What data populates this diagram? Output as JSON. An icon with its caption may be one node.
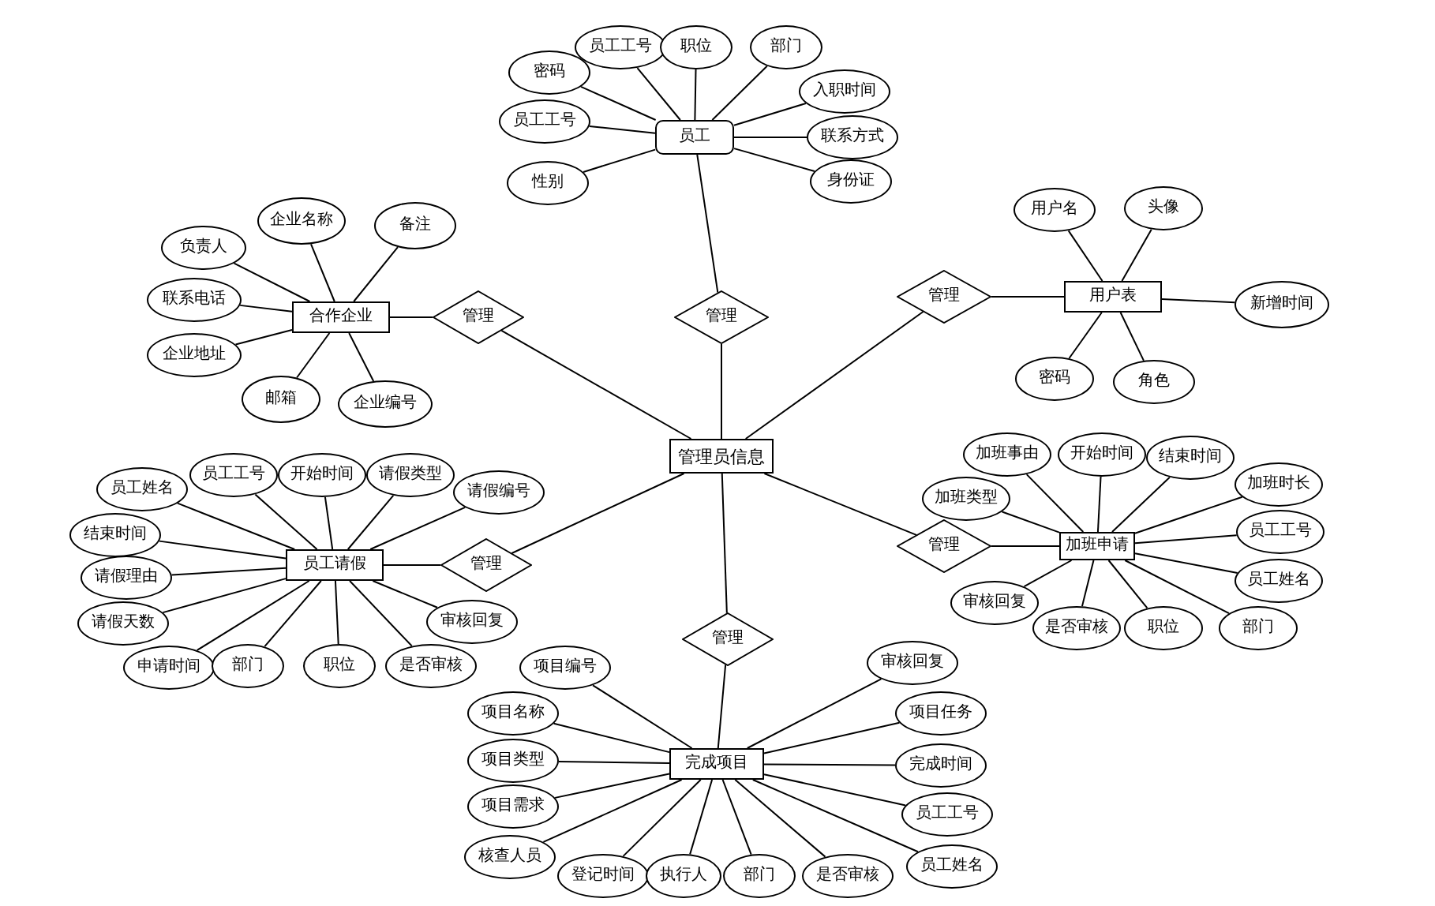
{
  "diagram": {
    "nodes": [
      {
        "text": [
          "管理员信息"
        ]
      },
      {
        "text": [
          "员工"
        ]
      },
      {
        "text": [
          "员工工号"
        ]
      },
      {
        "text": [
          "职位"
        ]
      },
      {
        "text": [
          "部门"
        ]
      },
      {
        "text": [
          "密码"
        ]
      },
      {
        "text": [
          "员工工号"
        ]
      },
      {
        "text": [
          "性别"
        ]
      },
      {
        "text": [
          "入职时间"
        ]
      },
      {
        "text": [
          "联系方式"
        ]
      },
      {
        "text": [
          "身份证"
        ]
      },
      {
        "text": [
          "管理"
        ]
      },
      {
        "text": [
          "合作企业"
        ]
      },
      {
        "text": [
          "企业名称"
        ]
      },
      {
        "text": [
          "备注"
        ]
      },
      {
        "text": [
          "负责人"
        ]
      },
      {
        "text": [
          "联系电话"
        ]
      },
      {
        "text": [
          "企业地址"
        ]
      },
      {
        "text": [
          "邮箱"
        ]
      },
      {
        "text": [
          "企业编号"
        ]
      },
      {
        "text": [
          "管理"
        ]
      },
      {
        "text": [
          "用户表"
        ]
      },
      {
        "text": [
          "用户名"
        ]
      },
      {
        "text": [
          "头像"
        ]
      },
      {
        "text": [
          "新增时间"
        ]
      },
      {
        "text": [
          "密码"
        ]
      },
      {
        "text": [
          "角色"
        ]
      },
      {
        "text": [
          "管理"
        ]
      },
      {
        "text": [
          "员工请假"
        ]
      },
      {
        "text": [
          "员工姓名"
        ]
      },
      {
        "text": [
          "员工工号"
        ]
      },
      {
        "text": [
          "开始时间"
        ]
      },
      {
        "text": [
          "请假类型"
        ]
      },
      {
        "text": [
          "请假编号"
        ]
      },
      {
        "text": [
          "结束时间"
        ]
      },
      {
        "text": [
          "请假理由"
        ]
      },
      {
        "text": [
          "请假天数"
        ]
      },
      {
        "text": [
          "申请时间"
        ]
      },
      {
        "text": [
          "部门"
        ]
      },
      {
        "text": [
          "职位"
        ]
      },
      {
        "text": [
          "是否审核"
        ]
      },
      {
        "text": [
          "审核回复"
        ]
      },
      {
        "text": [
          "管理"
        ]
      },
      {
        "text": [
          "加班申请"
        ]
      },
      {
        "text": [
          "加班事由"
        ]
      },
      {
        "text": [
          "开始时间"
        ]
      },
      {
        "text": [
          "结束时间"
        ]
      },
      {
        "text": [
          "加班类型"
        ]
      },
      {
        "text": [
          "加班时长"
        ]
      },
      {
        "text": [
          "员工工号"
        ]
      },
      {
        "text": [
          "员工姓名"
        ]
      },
      {
        "text": [
          "审核回复"
        ]
      },
      {
        "text": [
          "是否审核"
        ]
      },
      {
        "text": [
          "职位"
        ]
      },
      {
        "text": [
          "部门"
        ]
      },
      {
        "text": [
          "管理"
        ]
      },
      {
        "text": [
          "完成项目"
        ]
      },
      {
        "text": [
          "管理"
        ]
      },
      {
        "text": [
          "项目编号"
        ]
      },
      {
        "text": [
          "项目名称"
        ]
      },
      {
        "text": [
          "项目类型"
        ]
      },
      {
        "text": [
          "项目需求"
        ]
      },
      {
        "text": [
          "核查人员"
        ]
      },
      {
        "text": [
          "登记时间"
        ]
      },
      {
        "text": [
          "执行人"
        ]
      },
      {
        "text": [
          "部门"
        ]
      },
      {
        "text": [
          "是否审核"
        ]
      },
      {
        "text": [
          "员工姓名"
        ]
      },
      {
        "text": [
          "员工工号"
        ]
      },
      {
        "text": [
          "完成时间"
        ]
      },
      {
        "text": [
          "项目任务"
        ]
      },
      {
        "text": [
          "审核回复"
        ]
      }
    ],
    "edges": [
      {
        "from": 1,
        "to": 2,
        "arrow": "none"
      },
      {
        "from": 1,
        "to": 3,
        "arrow": "none"
      },
      {
        "from": 1,
        "to": 4,
        "arrow": "none"
      },
      {
        "from": 1,
        "to": 5,
        "arrow": "none"
      },
      {
        "from": 1,
        "to": 6,
        "arrow": "none"
      },
      {
        "from": 1,
        "to": 7,
        "arrow": "none"
      },
      {
        "from": 1,
        "to": 8,
        "arrow": "none"
      },
      {
        "from": 1,
        "to": 9,
        "arrow": "none"
      },
      {
        "from": 1,
        "to": 10,
        "arrow": "none"
      },
      {
        "from": 1,
        "to": 11,
        "arrow": "none"
      },
      {
        "from": 11,
        "to": 0,
        "arrow": "none"
      },
      {
        "from": 12,
        "to": 13,
        "arrow": "none"
      },
      {
        "from": 12,
        "to": 14,
        "arrow": "none"
      },
      {
        "from": 12,
        "to": 15,
        "arrow": "none"
      },
      {
        "from": 12,
        "to": 16,
        "arrow": "none"
      },
      {
        "from": 12,
        "to": 17,
        "arrow": "none"
      },
      {
        "from": 12,
        "to": 18,
        "arrow": "none"
      },
      {
        "from": 12,
        "to": 19,
        "arrow": "none"
      },
      {
        "from": 12,
        "to": 20,
        "arrow": "none"
      },
      {
        "from": 20,
        "to": 0,
        "arrow": "none"
      },
      {
        "from": 21,
        "to": 22,
        "arrow": "none"
      },
      {
        "from": 21,
        "to": 23,
        "arrow": "none"
      },
      {
        "from": 21,
        "to": 24,
        "arrow": "none"
      },
      {
        "from": 21,
        "to": 25,
        "arrow": "none"
      },
      {
        "from": 21,
        "to": 26,
        "arrow": "none"
      },
      {
        "from": 21,
        "to": 27,
        "arrow": "none"
      },
      {
        "from": 27,
        "to": 0,
        "arrow": "none"
      },
      {
        "from": 28,
        "to": 29,
        "arrow": "none"
      },
      {
        "from": 28,
        "to": 30,
        "arrow": "none"
      },
      {
        "from": 28,
        "to": 31,
        "arrow": "none"
      },
      {
        "from": 28,
        "to": 32,
        "arrow": "none"
      },
      {
        "from": 28,
        "to": 33,
        "arrow": "none"
      },
      {
        "from": 28,
        "to": 34,
        "arrow": "none"
      },
      {
        "from": 28,
        "to": 35,
        "arrow": "none"
      },
      {
        "from": 28,
        "to": 36,
        "arrow": "none"
      },
      {
        "from": 28,
        "to": 37,
        "arrow": "none"
      },
      {
        "from": 28,
        "to": 38,
        "arrow": "none"
      },
      {
        "from": 28,
        "to": 39,
        "arrow": "none"
      },
      {
        "from": 28,
        "to": 40,
        "arrow": "none"
      },
      {
        "from": 28,
        "to": 41,
        "arrow": "none"
      },
      {
        "from": 28,
        "to": 42,
        "arrow": "none"
      },
      {
        "from": 42,
        "to": 0,
        "arrow": "none"
      },
      {
        "from": 43,
        "to": 44,
        "arrow": "none"
      },
      {
        "from": 43,
        "to": 45,
        "arrow": "none"
      },
      {
        "from": 43,
        "to": 46,
        "arrow": "none"
      },
      {
        "from": 43,
        "to": 47,
        "arrow": "none"
      },
      {
        "from": 43,
        "to": 48,
        "arrow": "none"
      },
      {
        "from": 43,
        "to": 49,
        "arrow": "none"
      },
      {
        "from": 43,
        "to": 50,
        "arrow": "none"
      },
      {
        "from": 43,
        "to": 51,
        "arrow": "none"
      },
      {
        "from": 43,
        "to": 52,
        "arrow": "none"
      },
      {
        "from": 43,
        "to": 53,
        "arrow": "none"
      },
      {
        "from": 43,
        "to": 54,
        "arrow": "none"
      },
      {
        "from": 43,
        "to": 55,
        "arrow": "none"
      },
      {
        "from": 55,
        "to": 0,
        "arrow": "none"
      },
      {
        "from": 56,
        "to": 57,
        "arrow": "none"
      },
      {
        "from": 57,
        "to": 0,
        "arrow": "none"
      },
      {
        "from": 56,
        "to": 58,
        "arrow": "none"
      },
      {
        "from": 56,
        "to": 59,
        "arrow": "none"
      },
      {
        "from": 56,
        "to": 60,
        "arrow": "none"
      },
      {
        "from": 56,
        "to": 61,
        "arrow": "none"
      },
      {
        "from": 56,
        "to": 62,
        "arrow": "none"
      },
      {
        "from": 56,
        "to": 63,
        "arrow": "none"
      },
      {
        "from": 56,
        "to": 64,
        "arrow": "none"
      },
      {
        "from": 56,
        "to": 65,
        "arrow": "none"
      },
      {
        "from": 56,
        "to": 66,
        "arrow": "none"
      },
      {
        "from": 56,
        "to": 67,
        "arrow": "none"
      },
      {
        "from": 56,
        "to": 68,
        "arrow": "none"
      },
      {
        "from": 56,
        "to": 69,
        "arrow": "none"
      },
      {
        "from": 56,
        "to": 70,
        "arrow": "none"
      },
      {
        "from": 56,
        "to": 71,
        "arrow": "none"
      }
    ]
  }
}
